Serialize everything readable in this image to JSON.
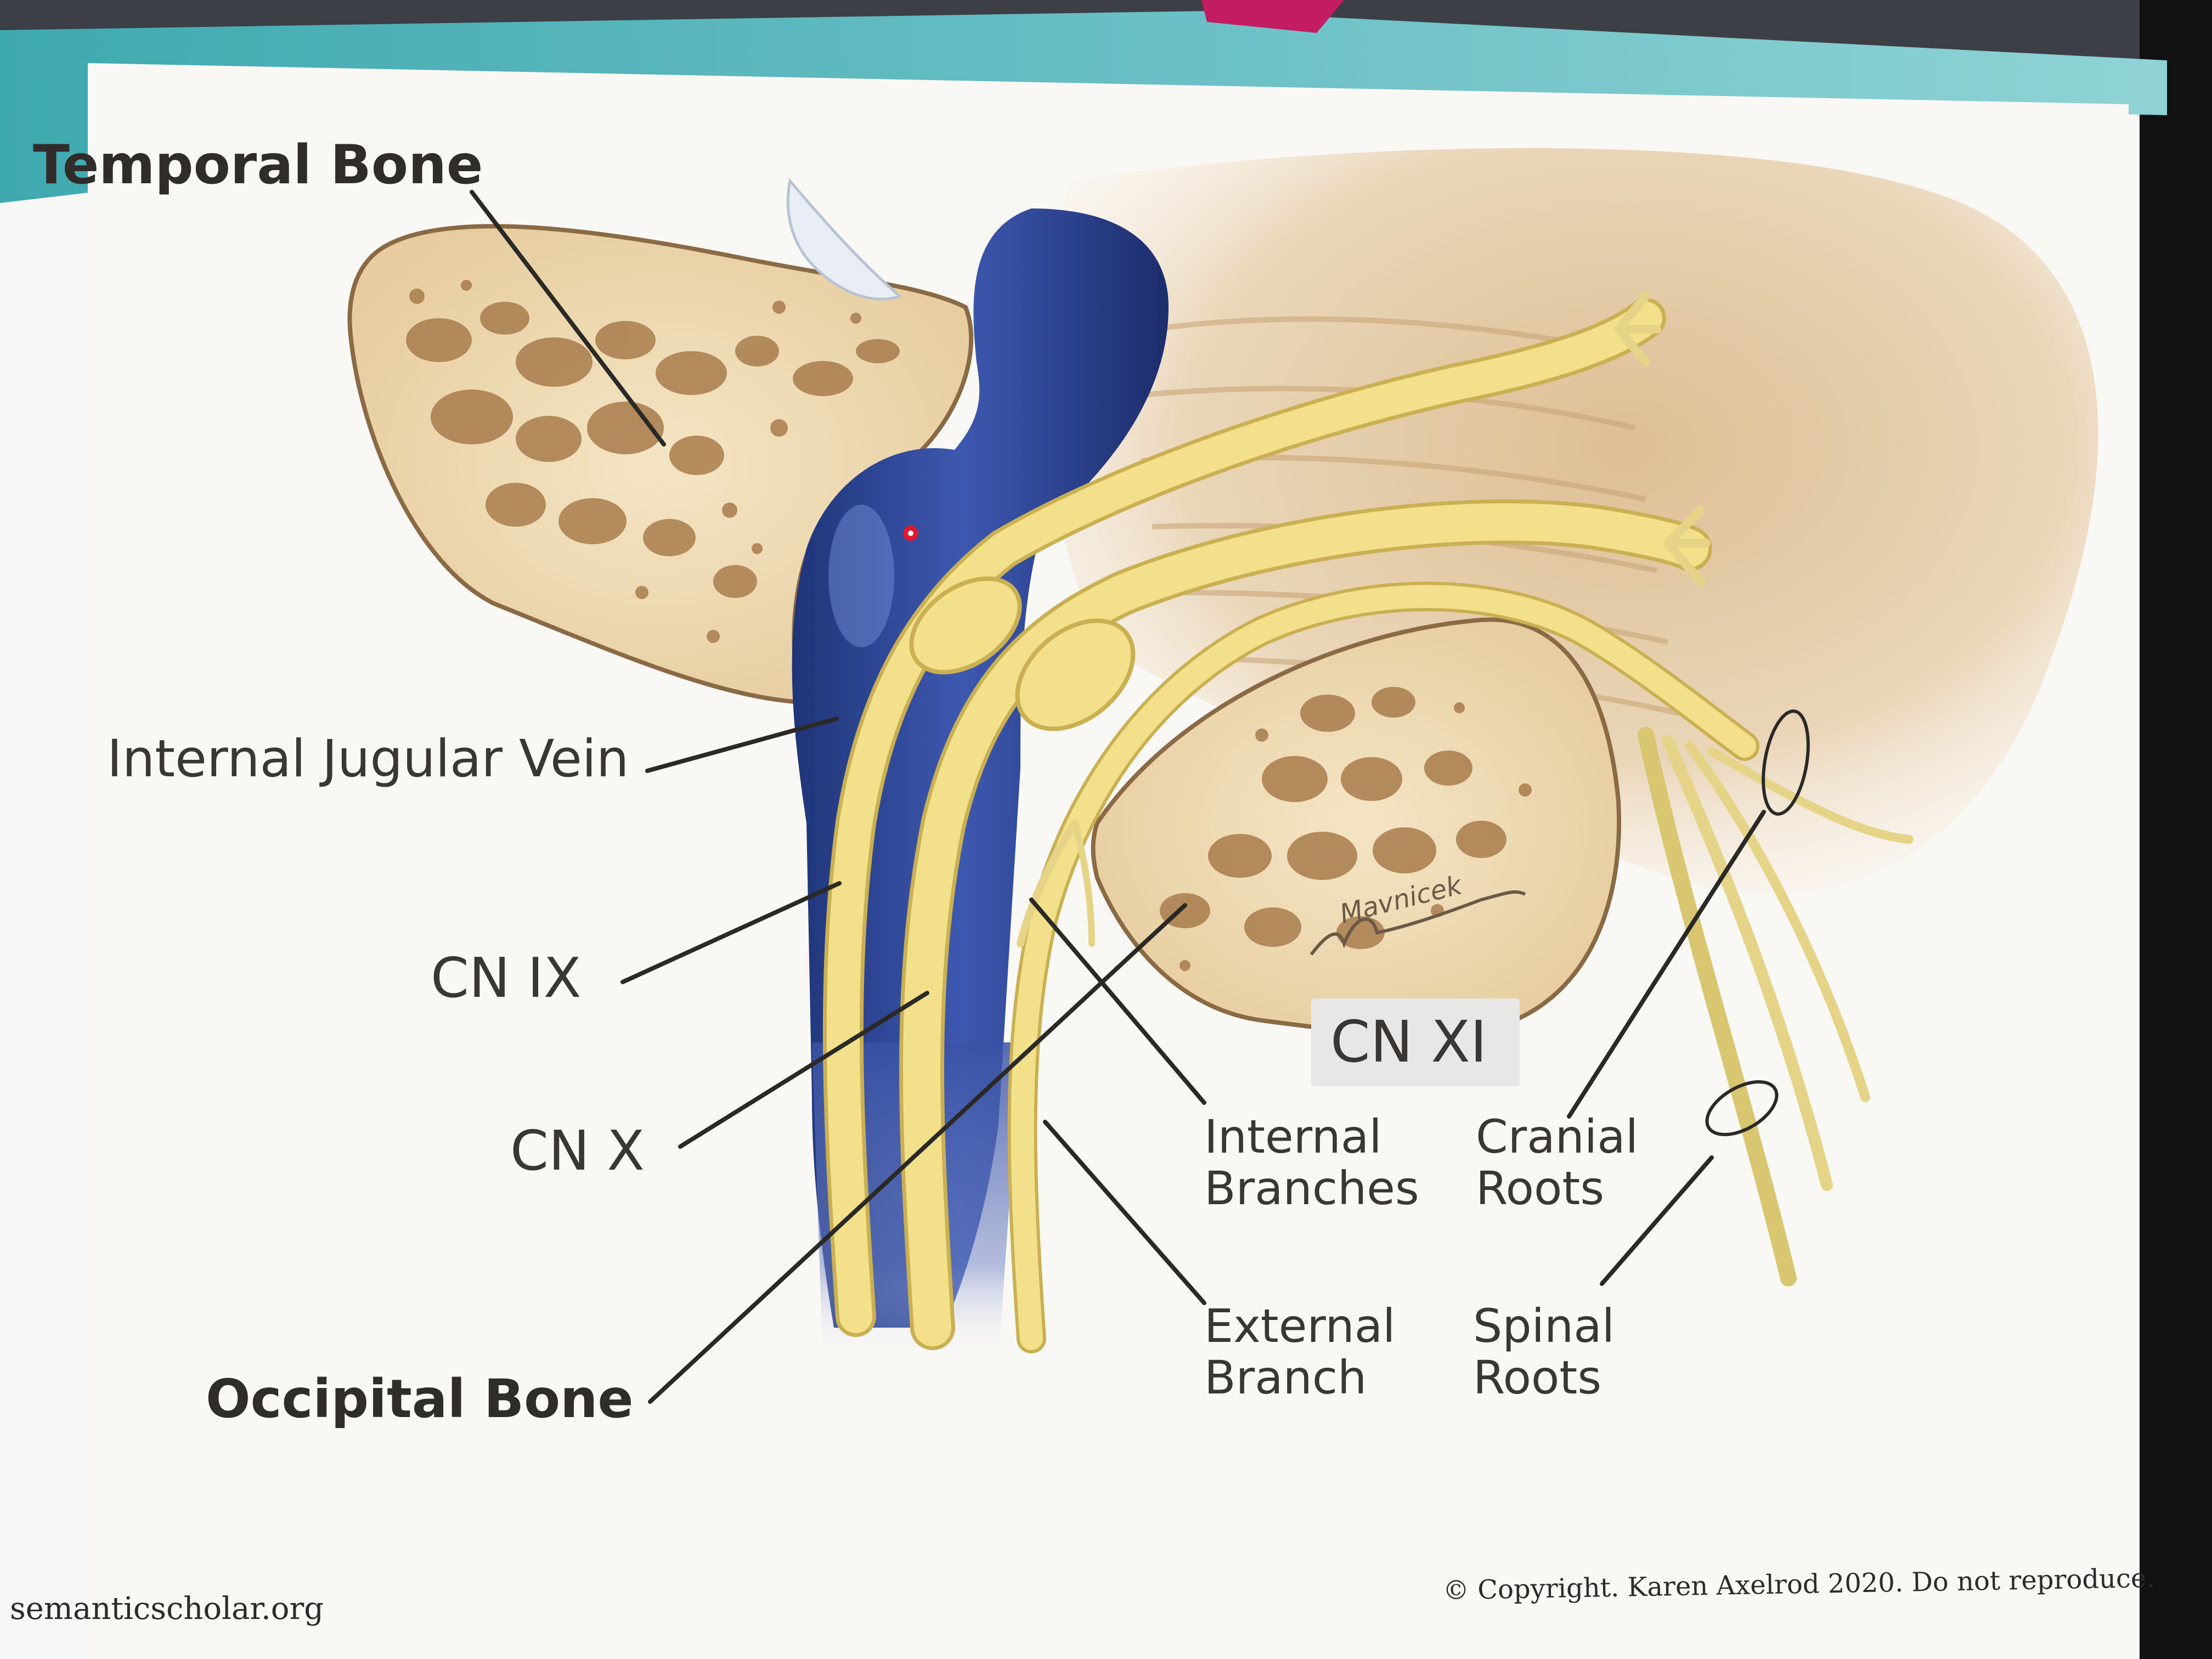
{
  "labels": {
    "temporal_bone": "Temporal Bone",
    "internal_jugular_vein": "Internal Jugular Vein",
    "cn_ix": "CN IX",
    "cn_x": "CN X",
    "occipital_bone": "Occipital Bone",
    "cn_xi": "CN XI",
    "internal_branches": [
      "Internal",
      "Branches"
    ],
    "cranial_roots": [
      "Cranial",
      "Roots"
    ],
    "external_branch": [
      "External",
      "Branch"
    ],
    "spinal_roots": [
      "Spinal",
      "Roots"
    ]
  },
  "signature": "Mavnicek",
  "footer": {
    "source": "semanticscholar.org",
    "copyright": "© Copyright. Karen Axelrod 2020. Do not reproduce."
  },
  "colors": {
    "nerve": "#f2e08a",
    "nerve_dark": "#c9b052",
    "vein": "#2e4596",
    "bone": "#efdcb8",
    "tissue": "#e8d1b0",
    "leader": "#2b2926"
  }
}
